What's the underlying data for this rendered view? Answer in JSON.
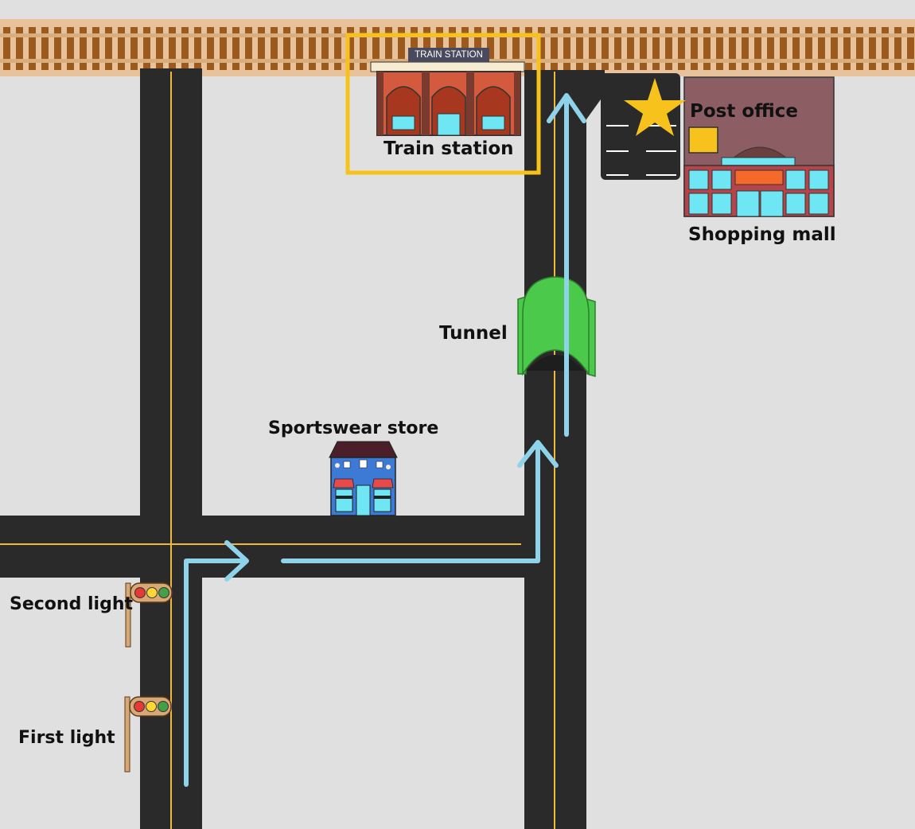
{
  "labels": {
    "train_station_sign": "TRAIN STATION",
    "train_station": "Train station",
    "post_office": "Post office",
    "shopping_mall": "Shopping mall",
    "tunnel": "Tunnel",
    "sportswear_store": "Sportswear store",
    "second_light": "Second light",
    "first_light": "First light"
  },
  "icons": [
    "railway-track",
    "train-station-building",
    "post-office-icon",
    "star-icon",
    "shopping-mall-building",
    "tunnel-icon",
    "sportswear-store-building",
    "traffic-light-icon",
    "route-arrow"
  ],
  "colors": {
    "background": "#e0e0e0",
    "road": "#2a2a2a",
    "road_center_line": "#f0b83a",
    "rails": "#d9ae7c",
    "ties": "#9c5a1f",
    "route": "#8fd3ea",
    "highlight_box": "#f7c21c",
    "star": "#f7c21c",
    "tunnel": "#4ac94a",
    "station_brick": "#d45a3e",
    "mall_roof": "#8c5e63",
    "window": "#6ee6f4"
  }
}
